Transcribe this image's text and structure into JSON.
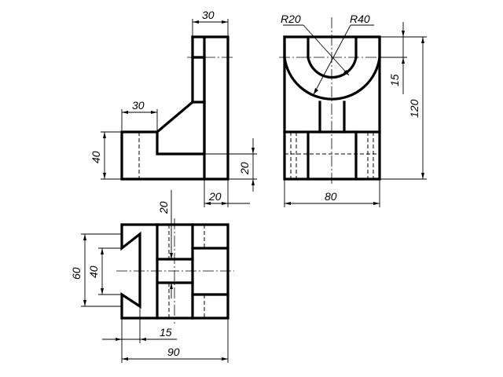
{
  "views": {
    "front": {
      "dims": {
        "top_width": "30",
        "step_width": "30",
        "base_height": "40",
        "right_height": "20",
        "bottom_offset": "20"
      }
    },
    "side": {
      "dims": {
        "inner_radius": "R20",
        "outer_radius": "R40",
        "width": "80",
        "height": "120",
        "slot_depth": "15"
      }
    },
    "top": {
      "dims": {
        "offset": "20",
        "outer_height": "60",
        "inner_height": "40",
        "notch": "15",
        "width": "90"
      }
    }
  }
}
